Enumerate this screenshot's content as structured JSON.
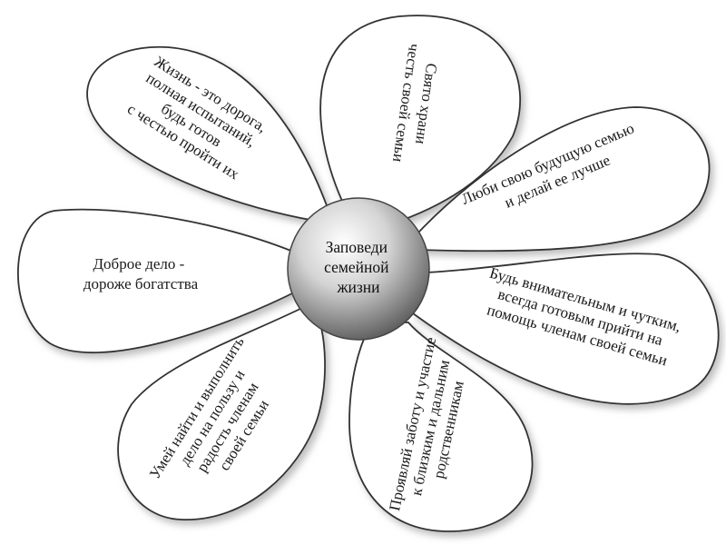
{
  "center": {
    "lines": [
      "Заповеди",
      "семейной",
      "жизни"
    ]
  },
  "petals": [
    {
      "id": "top",
      "lines": [
        "Свято храни",
        "честь своей семьи"
      ]
    },
    {
      "id": "top-left",
      "lines": [
        "Жизнь - это дорога,",
        "полная испытаний,",
        "будь готов",
        "с честью пройти их"
      ]
    },
    {
      "id": "upper-right",
      "lines": [
        "Люби свою будущую семью",
        "и делай ее лучше"
      ]
    },
    {
      "id": "left",
      "lines": [
        "Доброе дело -",
        "дороже богатства"
      ]
    },
    {
      "id": "right",
      "lines": [
        "Будь внимательным и чутким,",
        "всегда готовым прийти на",
        "помощь членам своей семьи"
      ]
    },
    {
      "id": "bottom-left",
      "lines": [
        "Умей найти и выполнить",
        "дело на пользу и",
        "радость членам",
        "своей семьи"
      ]
    },
    {
      "id": "bottom-right",
      "lines": [
        "Проявляй заботу и участие",
        "к близким и дальним",
        "родственникам"
      ]
    }
  ],
  "colors": {
    "petal_fill": "#ffffff",
    "petal_stroke": "#333333",
    "shadow": "#9a9a9a",
    "center_light": "#ffffff",
    "center_mid": "#c8c8c8",
    "center_dark": "#6e6e6e"
  }
}
